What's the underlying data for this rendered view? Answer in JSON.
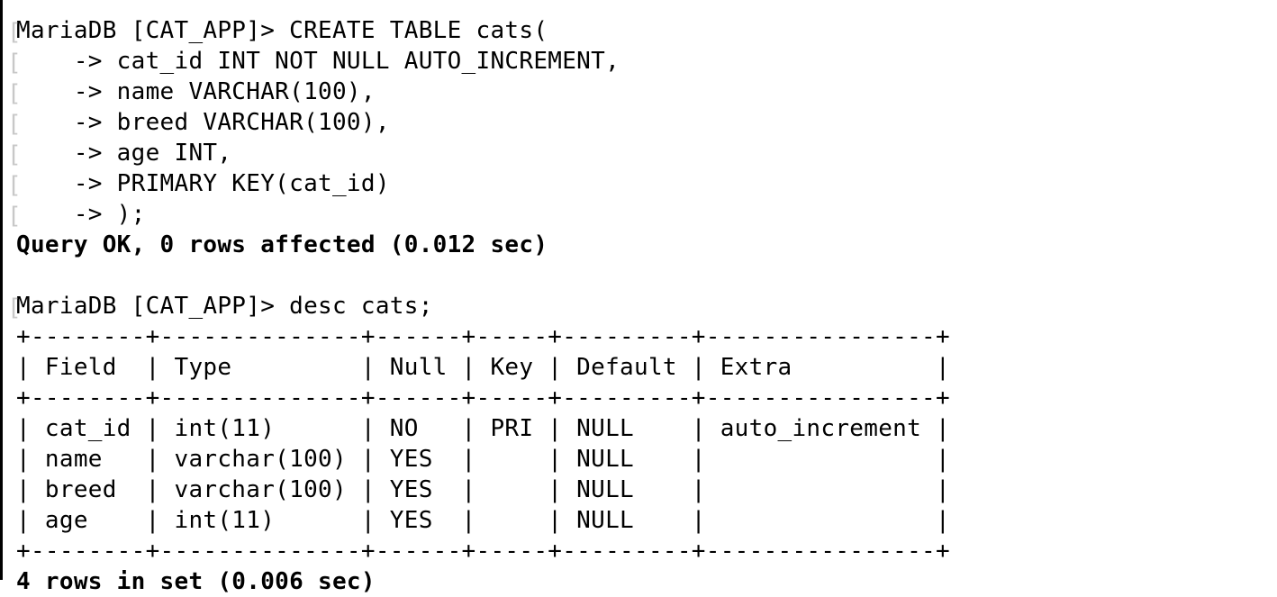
{
  "terminal": {
    "lines": [
      {
        "text": "MariaDB [CAT_APP]> CREATE TABLE cats(",
        "bold": false,
        "bracket": true
      },
      {
        "text": "    -> cat_id INT NOT NULL AUTO_INCREMENT,",
        "bold": false,
        "bracket": true
      },
      {
        "text": "    -> name VARCHAR(100),",
        "bold": false,
        "bracket": true
      },
      {
        "text": "    -> breed VARCHAR(100),",
        "bold": false,
        "bracket": true
      },
      {
        "text": "    -> age INT,",
        "bold": false,
        "bracket": true
      },
      {
        "text": "    -> PRIMARY KEY(cat_id)",
        "bold": false,
        "bracket": true
      },
      {
        "text": "    -> );",
        "bold": false,
        "bracket": true
      },
      {
        "text": "Query OK, 0 rows affected (0.012 sec)",
        "bold": true,
        "bracket": false
      },
      {
        "text": "",
        "bold": false,
        "bracket": false
      },
      {
        "text": "MariaDB [CAT_APP]> desc cats;",
        "bold": false,
        "bracket": true
      },
      {
        "text": "+--------+--------------+------+-----+---------+----------------+",
        "bold": false,
        "bracket": false
      },
      {
        "text": "| Field  | Type         | Null | Key | Default | Extra          |",
        "bold": false,
        "bracket": false
      },
      {
        "text": "+--------+--------------+------+-----+---------+----------------+",
        "bold": false,
        "bracket": false
      },
      {
        "text": "| cat_id | int(11)      | NO   | PRI | NULL    | auto_increment |",
        "bold": false,
        "bracket": false
      },
      {
        "text": "| name   | varchar(100) | YES  |     | NULL    |                |",
        "bold": false,
        "bracket": false
      },
      {
        "text": "| breed  | varchar(100) | YES  |     | NULL    |                |",
        "bold": false,
        "bracket": false
      },
      {
        "text": "| age    | int(11)      | YES  |     | NULL    |                |",
        "bold": false,
        "bracket": false
      },
      {
        "text": "+--------+--------------+------+-----+---------+----------------+",
        "bold": false,
        "bracket": false
      },
      {
        "text": "4 rows in set (0.006 sec)",
        "bold": true,
        "bracket": false
      }
    ],
    "colors": {
      "background": "#ffffff",
      "text": "#000000",
      "wrap_bracket": "#c8c8c8"
    }
  }
}
